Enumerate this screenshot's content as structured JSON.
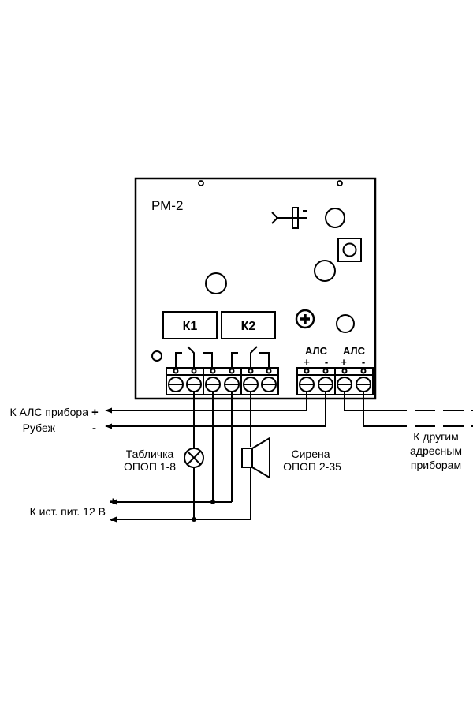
{
  "device": {
    "model": "РМ-2",
    "relay1": "К1",
    "relay2": "К2",
    "terminal_group_label": "АЛС",
    "plus": "+",
    "minus": "-"
  },
  "labels": {
    "als_line1": "К АЛС прибора",
    "als_line2": "Рубеж",
    "plus": "+",
    "minus": "-",
    "lamp_line1": "Табличка",
    "lamp_line2": "ОПОП 1-8",
    "siren_line1": "Сирена",
    "siren_line2": "ОПОП 2-35",
    "power": "К ист. пит. 12 В",
    "other_line1": "К другим",
    "other_line2": "адресным",
    "other_line3": "приборам"
  }
}
